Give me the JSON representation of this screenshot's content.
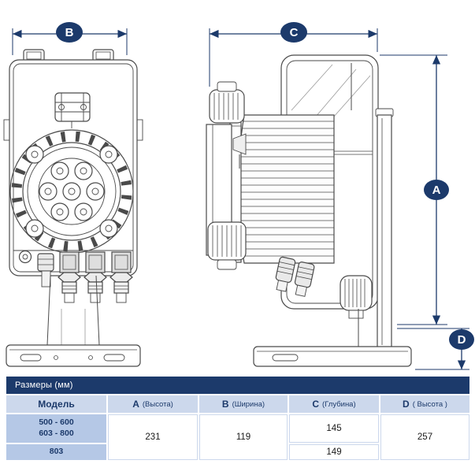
{
  "diagram": {
    "labels": {
      "a": "A",
      "b": "B",
      "c": "C",
      "d": "D"
    }
  },
  "table": {
    "title": "Размеры (мм)",
    "headers": {
      "model": "Модель",
      "a": {
        "letter": "A",
        "name": "(Высота)"
      },
      "b": {
        "letter": "B",
        "name": "(Ширина)"
      },
      "c": {
        "letter": "C",
        "name": "(Глубина)"
      },
      "d": {
        "letter": "D",
        "name": "( Высота )"
      }
    },
    "models": {
      "row1_line1": "500 - 600",
      "row1_line2": "603 - 800",
      "row2": "803"
    },
    "values": {
      "a": "231",
      "b": "119",
      "c_row1": "145",
      "c_row2": "149",
      "d": "257"
    }
  },
  "colors": {
    "navy": "#1c3a6b",
    "header_bg": "#ccd8ec",
    "model_bg": "#b5c8e6"
  }
}
